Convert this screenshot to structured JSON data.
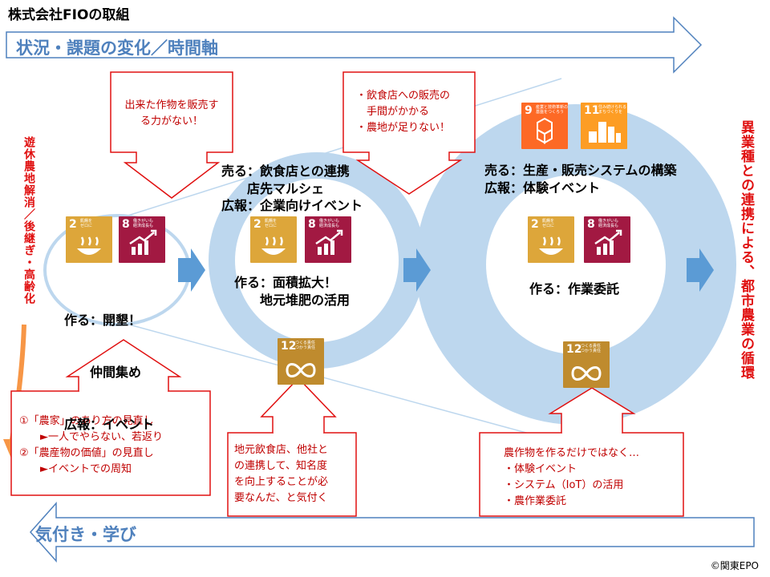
{
  "title": "株式会社FIOの取組",
  "top_arrow": {
    "label": "状況・課題の変化／時間軸"
  },
  "bottom_arrow": {
    "label": "気付き・学び"
  },
  "left_vertical": "遊休農地解消／後継ぎ・高齢化",
  "right_vertical": "異業種との連携による、都市農業の循環",
  "stage1": {
    "line1": "作る：開墾！",
    "line2": "　　仲間集め",
    "line3": "広報：イベント"
  },
  "stage2": {
    "sell": "売る：飲食店との連携\n　　店先マルシェ\n広報：企業向けイベント",
    "make": "作る：面積拡大！\n　　地元堆肥の活用"
  },
  "stage3": {
    "sell": "売る：生産・販売システムの構築\n広報：体験イベント",
    "make": "作る：作業委託"
  },
  "callouts": {
    "top1": "出来た作物を販売す\nる力がない！",
    "top2": "・飲食店への販売の\n　手間がかかる\n・農地が足りない！",
    "bottom1": "①「農家」のあり方の見直し\n　　►一人でやらない、若返り\n②「農産物の価値」の見直し\n　　►イベントでの周知",
    "bottom2": "地元飲食店、他社と\nの連携して、知名度\nを向上することが必\n要なんだ、と気付く",
    "bottom3": "農作物を作るだけではなく…\n・体験イベント\n・システム（IoT）の活用\n・農作業委託"
  },
  "sdgs": {
    "g2": {
      "num": "2",
      "text": "飢餓を\nゼロに",
      "color": "#DDA63A"
    },
    "g8": {
      "num": "8",
      "text": "働きがいも\n経済成長も",
      "color": "#A21942"
    },
    "g9": {
      "num": "9",
      "text": "産業と技術革新の\n基盤をつくろう",
      "color": "#FD6925"
    },
    "g11": {
      "num": "11",
      "text": "住み続けられる\nまちづくりを",
      "color": "#FD9D24"
    },
    "g12": {
      "num": "12",
      "text": "つくる責任\nつかう責任",
      "color": "#BF8B2E"
    }
  },
  "colors": {
    "arrow_fill": "#ffffff",
    "arrow_stroke": "#4f81bd",
    "ring": "#bdd7ee",
    "flow": "#5b9bd5",
    "red": "#e01010"
  },
  "credit": "©関東EPO"
}
